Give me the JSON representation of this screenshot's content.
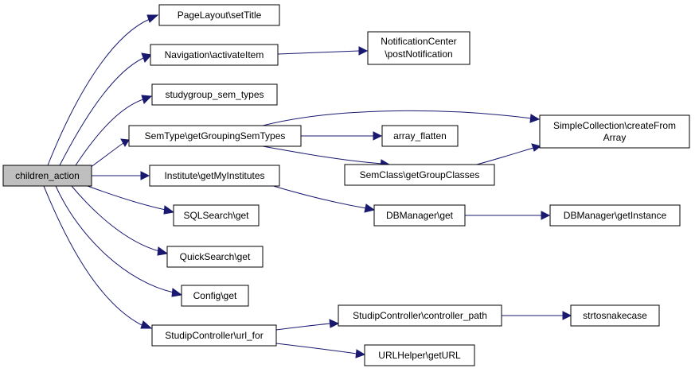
{
  "graph": {
    "edge_color": "#191970",
    "root_fill": "#bfbfbf",
    "nodes": {
      "root": {
        "label": "children_action"
      },
      "setTitle": {
        "label": "PageLayout\\setTitle"
      },
      "activateItem": {
        "label": "Navigation\\activateItem"
      },
      "postNotification": {
        "label_lines": [
          "NotificationCenter",
          "\\postNotification"
        ]
      },
      "studygroupSemTypes": {
        "label": "studygroup_sem_types"
      },
      "getGroupingSemTypes": {
        "label": "SemType\\getGroupingSemTypes"
      },
      "arrayFlatten": {
        "label": "array_flatten"
      },
      "createFromArray": {
        "label_lines": [
          "SimpleCollection\\createFrom",
          "Array"
        ]
      },
      "getGroupClasses": {
        "label": "SemClass\\getGroupClasses"
      },
      "getMyInstitutes": {
        "label": "Institute\\getMyInstitutes"
      },
      "dbGet": {
        "label": "DBManager\\get"
      },
      "dbGetInstance": {
        "label": "DBManager\\getInstance"
      },
      "sqlSearchGet": {
        "label": "SQLSearch\\get"
      },
      "quickSearchGet": {
        "label": "QuickSearch\\get"
      },
      "configGet": {
        "label": "Config\\get"
      },
      "urlFor": {
        "label": "StudipController\\url_for"
      },
      "controllerPath": {
        "label": "StudipController\\controller_path"
      },
      "strtosnakecase": {
        "label": "strtosnakecase"
      },
      "getURL": {
        "label": "URLHelper\\getURL"
      }
    }
  }
}
